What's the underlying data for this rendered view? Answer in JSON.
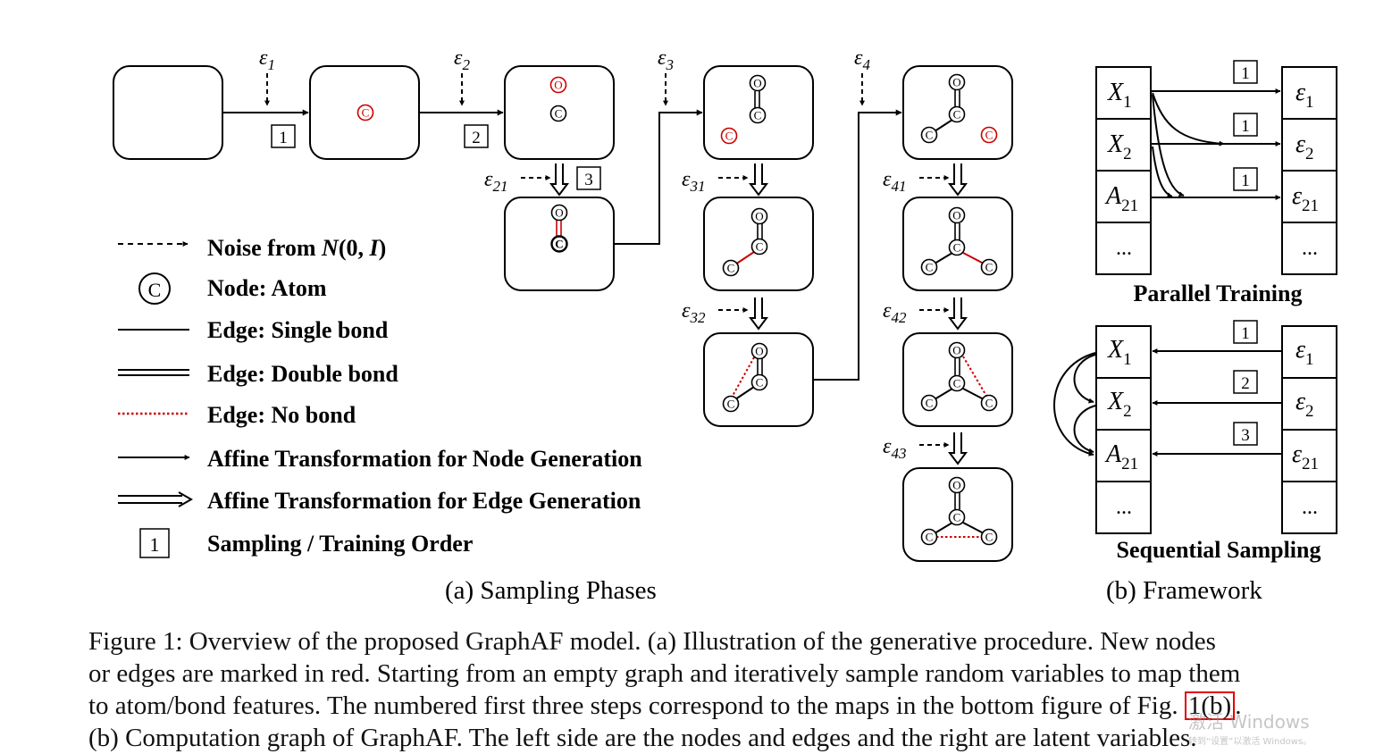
{
  "noise_labels": [
    "ε1",
    "ε2",
    "ε3",
    "ε4"
  ],
  "edge_noise_labels": [
    "ε21",
    "ε31",
    "ε32",
    "ε41",
    "ε42",
    "ε43"
  ],
  "order_marks": [
    "1",
    "2",
    "3"
  ],
  "atoms": {
    "carbon": "C",
    "oxygen": "O"
  },
  "legend": {
    "noise": "Noise from ",
    "noise_math": "N(0, I)",
    "node": "Node: Atom",
    "single": "Edge: Single bond",
    "double": "Edge: Double bond",
    "nobond": "Edge: No bond",
    "affine_node": "Affine Transformation for Node Generation",
    "affine_edge": "Affine Transformation for Edge Generation",
    "order": "Sampling / Training Order",
    "order_mark": "1"
  },
  "subcaptions": {
    "a": "(a)  Sampling Phases",
    "b": "(b)  Framework"
  },
  "framework": {
    "parallel_title": "Parallel Training",
    "sequential_title": "Sequential Sampling",
    "left_cells": [
      "X1",
      "X2",
      "A21",
      "..."
    ],
    "right_cells": [
      "ε1",
      "ε2",
      "ε21",
      "..."
    ],
    "parallel_marks": [
      "1",
      "1",
      "1"
    ],
    "sequential_marks": [
      "1",
      "2",
      "3"
    ]
  },
  "colors": {
    "new_element": "#cc0000",
    "ink": "#000000",
    "figref_box": "#e00000"
  },
  "caption": {
    "line1": "Figure 1: Overview of the proposed GraphAF model. (a) Illustration of the generative procedure. New nodes",
    "line2": "or edges are marked in red. Starting from an empty graph and iteratively sample random variables to map them",
    "line3_pre": "to atom/bond features. The numbered first three steps correspond to the maps in the bottom figure of Fig. ",
    "line3_ref": "1(b)",
    "line3_post": ".",
    "line4": "(b) Computation graph of GraphAF. The left side are the nodes and edges and the right are latent variables."
  },
  "watermark": {
    "text": "激活 Windows",
    "sub": "转到“设置”以激活 Windows。"
  }
}
